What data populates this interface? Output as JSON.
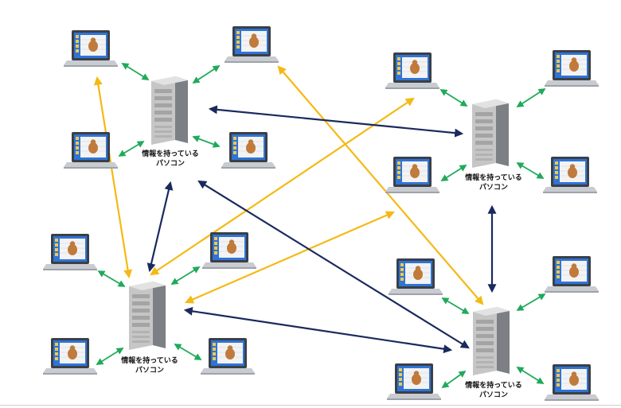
{
  "servers": [
    {
      "id": "server-1",
      "label_line1": "情報を持っている",
      "label_line2": "パソコン"
    },
    {
      "id": "server-2",
      "label_line1": "情報を持っている",
      "label_line2": "パソコン"
    },
    {
      "id": "server-3",
      "label_line1": "情報を持っている",
      "label_line2": "パソコン"
    },
    {
      "id": "server-4",
      "label_line1": "情報を持っている",
      "label_line2": "パソコン"
    }
  ],
  "laptop_count": 16,
  "colors": {
    "local_link": "#1faa5a",
    "server_link_navy": "#1a2a5e",
    "server_link_yellow": "#f5b914",
    "laptop_body": "#3b3f46",
    "laptop_base": "#c8cbd0",
    "server_body": "#c6c6c6"
  },
  "icons": [
    "laptop-icon",
    "server-icon",
    "double-arrow"
  ]
}
